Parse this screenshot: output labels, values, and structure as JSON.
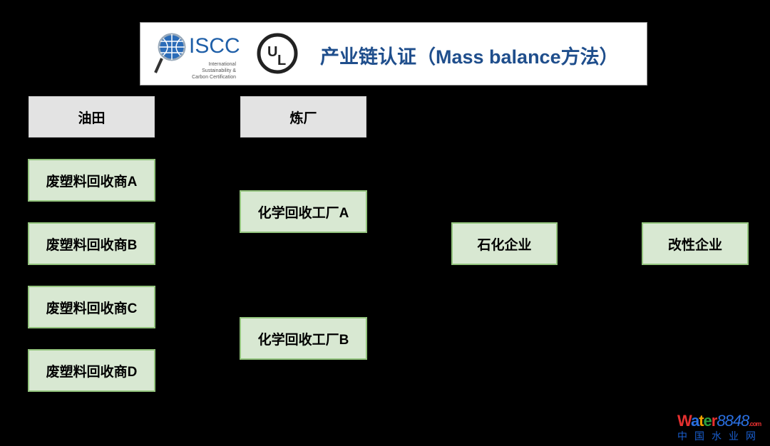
{
  "header": {
    "title": "产业链认证（Mass balance方法）",
    "iscc_logo": {
      "name": "ISCC",
      "subtitle": "International Sustainability & Carbon Certification"
    },
    "ul_logo": "UL"
  },
  "nodes": {
    "oilfield": "油田",
    "refinery": "炼厂",
    "recyclers": [
      "废塑料回收商A",
      "废塑料回收商B",
      "废塑料回收商C",
      "废塑料回收商D"
    ],
    "chem_plants": [
      "化学回收工厂A",
      "化学回收工厂B"
    ],
    "petrochem": "石化企业",
    "modifier": "改性企业"
  },
  "watermark": {
    "brand": "Water8848",
    "domain": ".com",
    "cn": "中国水业网"
  },
  "colors": {
    "title": "#1f4e8c",
    "green_fill": "#d8e8d2",
    "green_border": "#93c47d",
    "gray_fill": "#e3e3e3"
  }
}
